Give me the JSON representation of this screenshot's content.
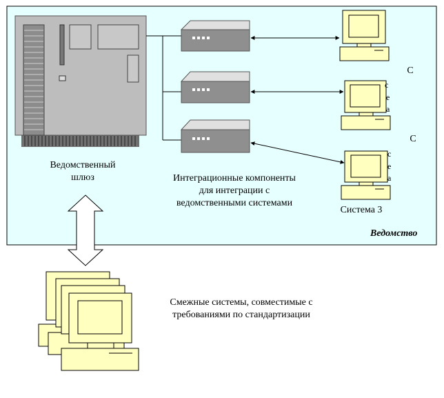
{
  "agency_label": "Ведомство",
  "gateway": {
    "line1": "Ведомственный",
    "line2": "шлюз"
  },
  "integration": {
    "line1": "Интеграционные компоненты",
    "line2": "для интеграции с",
    "line3": "ведомственными системами"
  },
  "system3_label": "Система 3",
  "adjacent": {
    "line1": "Смежные системы, совместимые с",
    "line2": "требованиями по стандартизации"
  },
  "fragments": {
    "f1": "С",
    "f2": "с",
    "f3": "е",
    "f4": "а",
    "f5": "С",
    "f6": "с",
    "f7": "е",
    "f8": "а"
  },
  "colors": {
    "agency_bg": "#e6ffff",
    "device_gray": "#bdbdbd",
    "device_dark": "#7f7f7f",
    "monitor_fill": "#ffffc0",
    "shadow": "#404040"
  }
}
